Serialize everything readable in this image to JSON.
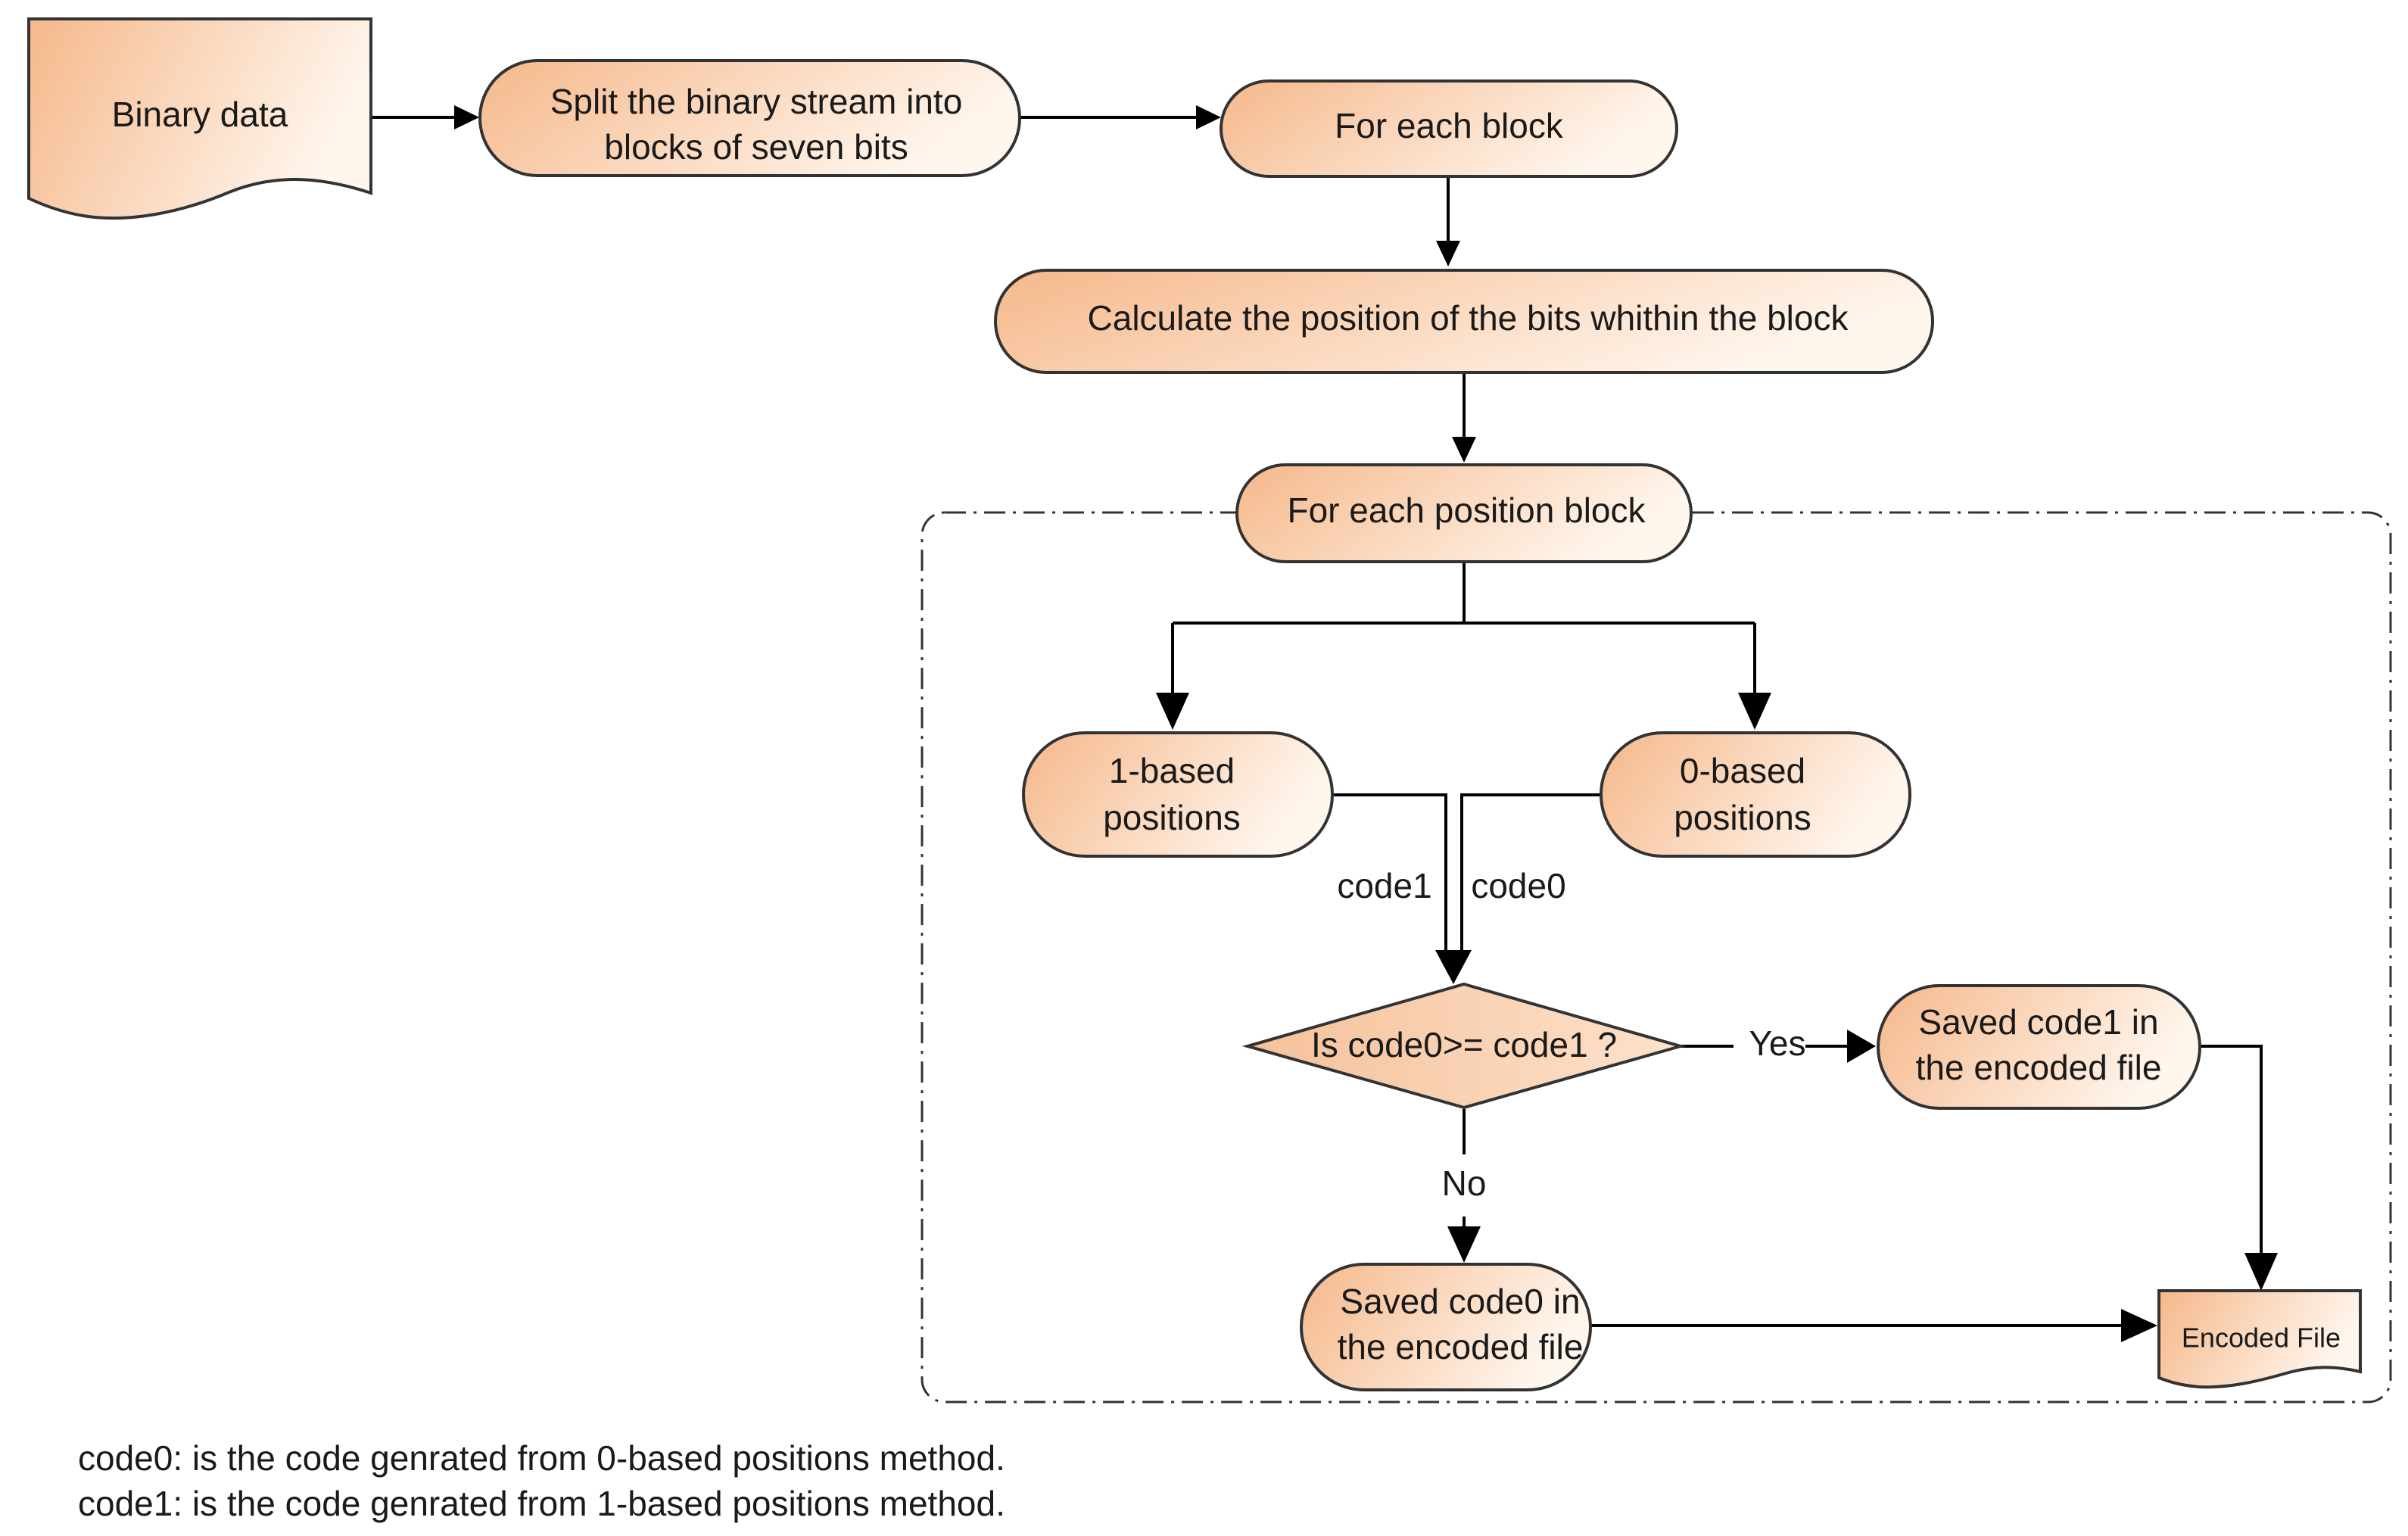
{
  "colors": {
    "fill_dark": "#f5b88a",
    "fill_light": "#fff6ee",
    "stroke": "#333333",
    "edge": "#000000"
  },
  "nodes": {
    "binary_data": "Binary data",
    "split": [
      "Split the binary stream into",
      "blocks of seven bits"
    ],
    "for_each_block": "For each block",
    "calculate": "Calculate the position of the bits whithin the block",
    "for_each_position": "For each position block",
    "one_based": [
      "1-based",
      "positions"
    ],
    "zero_based": [
      "0-based",
      "positions"
    ],
    "decision": "Is code0>= code1 ?",
    "saved_code1": [
      "Saved code1 in",
      "the encoded file"
    ],
    "saved_code0": [
      "Saved code0 in",
      "the encoded file"
    ],
    "encoded_file": "Encoded File"
  },
  "edge_labels": {
    "code1": "code1",
    "code0": "code0",
    "yes": "Yes",
    "no": "No"
  },
  "notes": [
    "code0: is the code genrated from 0-based positions method.",
    "code1: is the code genrated from 1-based positions method."
  ]
}
